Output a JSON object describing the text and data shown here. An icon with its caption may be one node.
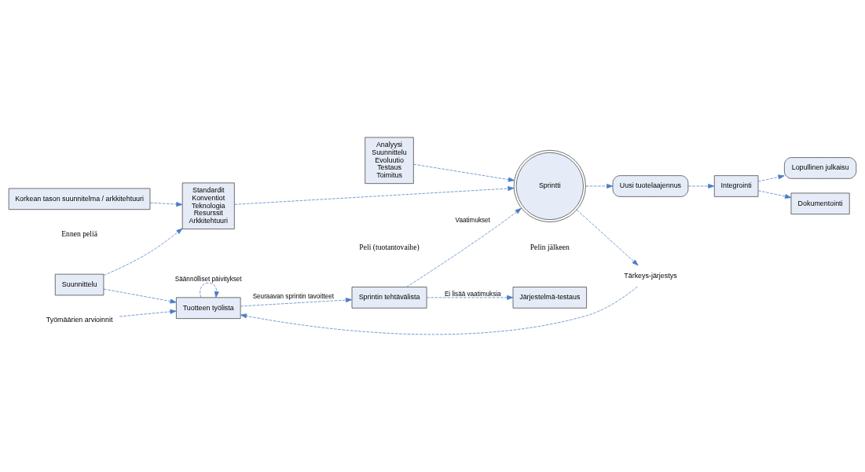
{
  "diagram": {
    "nodes": [
      {
        "text": [
          "Suunnittelu"
        ]
      },
      {
        "text": [
          "Tuotteen työlista"
        ]
      },
      {
        "text": [
          "Korkean tason suunnitelma / arkkitehtuuri"
        ]
      },
      {
        "text": [
          "Standardit",
          "Konventiot",
          "Teknologia",
          "Resurssit",
          "Arkkitehtuuri"
        ]
      },
      {
        "text": [
          "Sprintin tehtävälista"
        ]
      },
      {
        "text": [
          "Sprintti"
        ]
      },
      {
        "text": [
          "Analyysi",
          "Suunnittelu",
          "Evoluutio",
          "Testaus",
          "Toimitus"
        ]
      },
      {
        "text": [
          "Uusi tuotelaajennus"
        ]
      },
      {
        "text": [
          "Järjestelmä-testaus"
        ]
      },
      {
        "text": [
          "Integrointi"
        ]
      },
      {
        "text": [
          "Lopullinen julkaisu"
        ]
      },
      {
        "text": [
          "Dokumentointi"
        ]
      },
      {
        "text": [
          "Tärkeys-järjestys"
        ]
      },
      {
        "text": [
          "Työmäärien arvioinnit"
        ]
      }
    ],
    "edges": [
      {
        "from": 0,
        "to": 1,
        "arrow": "to"
      },
      {
        "from": 0,
        "to": 3,
        "arrow": "to"
      },
      {
        "from": 2,
        "to": 3,
        "arrow": "to"
      },
      {
        "from": 1,
        "to": 1,
        "arrow": "to",
        "label": "Säännölliset päivitykset"
      },
      {
        "from": 1,
        "to": 4,
        "arrow": "to",
        "label": "Seuraavan sprintin tavoitteet"
      },
      {
        "from": 4,
        "to": 8,
        "arrow": "to",
        "label": "Ei lisää vaatimuksia"
      },
      {
        "from": 4,
        "to": 5,
        "arrow": "to",
        "label": "Vaatimukset"
      },
      {
        "from": 6,
        "to": 5,
        "arrow": "to"
      },
      {
        "from": 3,
        "to": 5,
        "arrow": "to"
      },
      {
        "from": 5,
        "to": 12,
        "arrow": "to"
      },
      {
        "from": 12,
        "to": 1,
        "arrow": "to"
      },
      {
        "from": 13,
        "to": 1,
        "arrow": "to"
      },
      {
        "from": 5,
        "to": 7,
        "arrow": "to"
      },
      {
        "from": 7,
        "to": 9,
        "arrow": "to"
      },
      {
        "from": 9,
        "to": 10,
        "arrow": "to"
      },
      {
        "from": 9,
        "to": 11,
        "arrow": "to"
      }
    ],
    "labels": [
      "Ennen peliä",
      "Peli (tuotantovaihe)",
      "Pelin jälkeen"
    ]
  }
}
